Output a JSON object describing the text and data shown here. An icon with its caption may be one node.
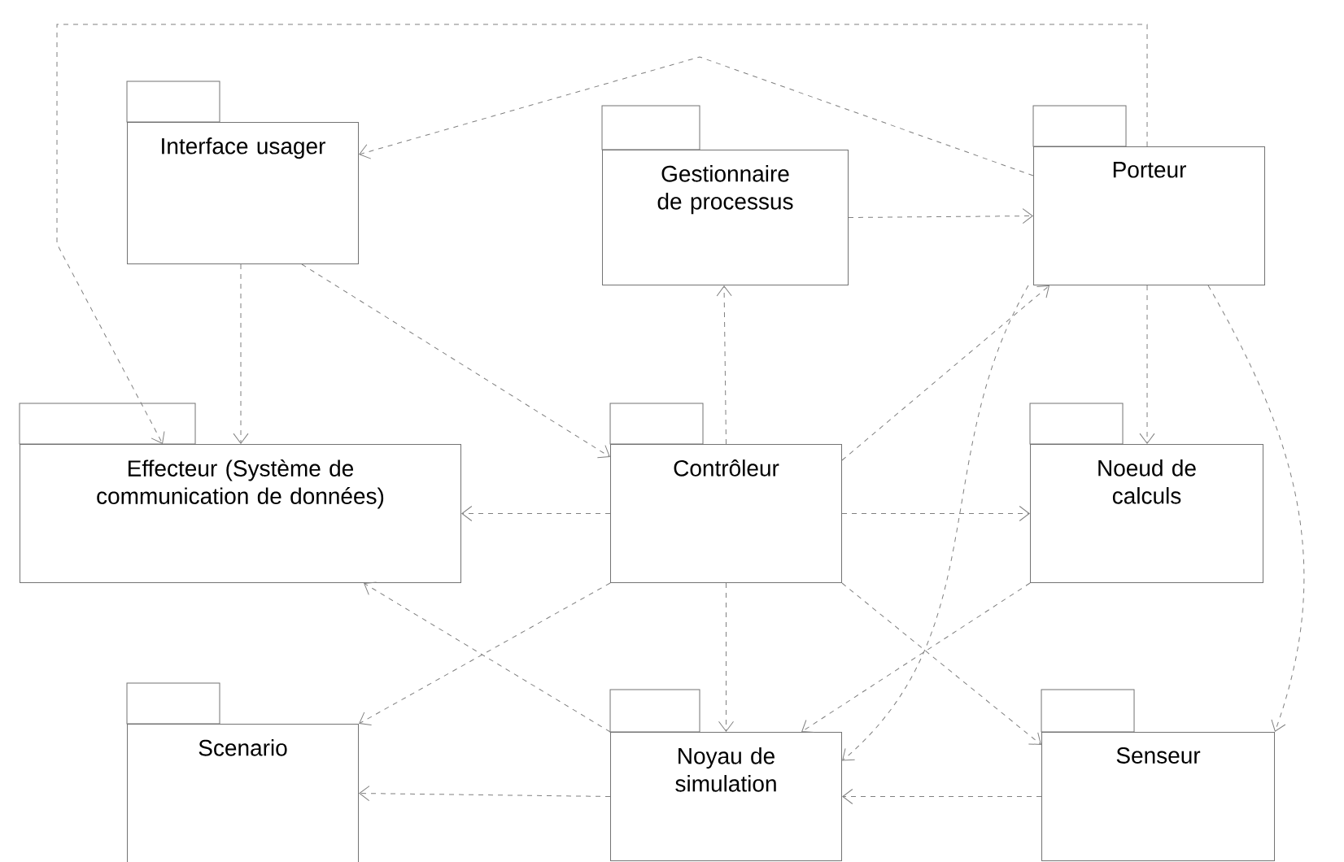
{
  "diagram": {
    "nodes": [
      {
        "text": [
          "Interface usager"
        ]
      },
      {
        "text": [
          "Gestionnaire de processus"
        ]
      },
      {
        "text": [
          "Porteur"
        ]
      },
      {
        "text": [
          "Effecteur (Système de communication de données)"
        ]
      },
      {
        "text": [
          "Contrôleur"
        ]
      },
      {
        "text": [
          "Noeud de calculs"
        ]
      },
      {
        "text": [
          "Scenario"
        ]
      },
      {
        "text": [
          "Noyau de simulation"
        ]
      },
      {
        "text": [
          "Senseur"
        ]
      }
    ],
    "edges": [
      {
        "from": 1,
        "to": 2,
        "arrow": "to"
      },
      {
        "from": 2,
        "to": 0,
        "arrow": "to"
      },
      {
        "from": 2,
        "to": 3,
        "arrow": "to"
      },
      {
        "from": 4,
        "to": 1,
        "arrow": "to"
      },
      {
        "from": 0,
        "to": 4,
        "arrow": "to"
      },
      {
        "from": 0,
        "to": 3,
        "arrow": "to"
      },
      {
        "from": 4,
        "to": 3,
        "arrow": "to"
      },
      {
        "from": 4,
        "to": 2,
        "arrow": "to"
      },
      {
        "from": 4,
        "to": 5,
        "arrow": "to"
      },
      {
        "from": 2,
        "to": 5,
        "arrow": "to"
      },
      {
        "from": 2,
        "to": 8,
        "arrow": "to"
      },
      {
        "from": 4,
        "to": 7,
        "arrow": "to"
      },
      {
        "from": 5,
        "to": 7,
        "arrow": "to"
      },
      {
        "from": 2,
        "to": 7,
        "arrow": "to"
      },
      {
        "from": 4,
        "to": 8,
        "arrow": "to"
      },
      {
        "from": 8,
        "to": 7,
        "arrow": "to"
      },
      {
        "from": 7,
        "to": 6,
        "arrow": "to"
      },
      {
        "from": 7,
        "to": 3,
        "arrow": "to"
      },
      {
        "from": 4,
        "to": 6,
        "arrow": "to"
      }
    ]
  }
}
